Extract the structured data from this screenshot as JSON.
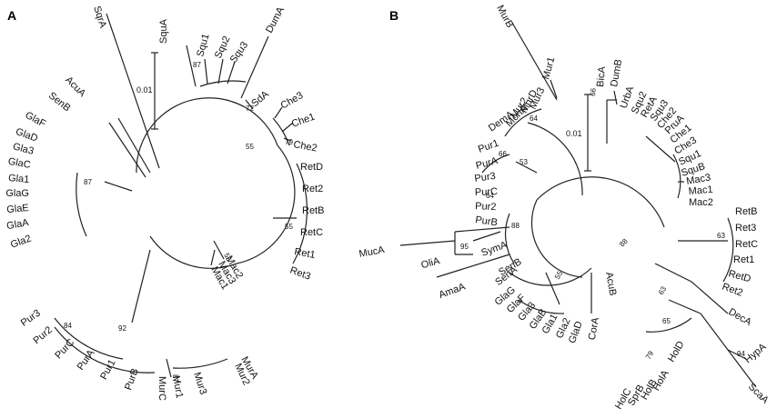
{
  "panels": [
    {
      "label": "A",
      "scale": "0.01",
      "leaves": [
        "SqrA",
        "SquA",
        "Squ1",
        "Squ2",
        "Squ3",
        "DumA",
        "SdA",
        "Che3",
        "Che1",
        "Che2",
        "RetD",
        "Ret2",
        "RetB",
        "RetC",
        "Ret1",
        "Ret3",
        "Mac2",
        "Mac3",
        "Mac1",
        "MurA",
        "Mur2",
        "Mur3",
        "Mur1",
        "MurC",
        "PurB",
        "Pur1",
        "PurA",
        "PurC",
        "Pur2",
        "Pur3",
        "Gla2",
        "GlaA",
        "GlaE",
        "GlaG",
        "Gla1",
        "GlaC",
        "Gla3",
        "GlaD",
        "GlaF",
        "SenB",
        "AcuA"
      ],
      "bootstrap": [
        "87",
        "72",
        "79",
        "55",
        "55",
        "55",
        "87",
        "92",
        "84",
        "87"
      ]
    },
    {
      "label": "B",
      "scale": "0.01",
      "leaves": [
        "MurB",
        "Mur1",
        "Mur3",
        "MurD",
        "Mur2",
        "MonA",
        "DemA",
        "Pur1",
        "PurA",
        "Pur3",
        "PurC",
        "Pur2",
        "PurB",
        "BicA",
        "DumB",
        "UrbA",
        "Squ2",
        "RetA",
        "Squ3",
        "Che2",
        "PruA",
        "Che1",
        "Che3",
        "Squ1",
        "SquB",
        "Mac3",
        "Mac1",
        "Mac2",
        "RetB",
        "Ret3",
        "RetC",
        "Ret1",
        "RetD",
        "Ret2",
        "DecA",
        "HypA",
        "ScaA",
        "HolD",
        "HolA",
        "HolB",
        "SprB",
        "HolC",
        "CorA",
        "AcuB",
        "GlaD",
        "Gla2",
        "Gla1",
        "GlaB",
        "Gla3",
        "GlaF",
        "GlaG",
        "SenA",
        "SenB",
        "AmaA",
        "SymA",
        "OliA",
        "MucA"
      ],
      "bootstrap": [
        "66",
        "64",
        "66",
        "53",
        "64",
        "88",
        "95",
        "55",
        "88",
        "63",
        "63",
        "65",
        "79",
        "94"
      ]
    }
  ]
}
